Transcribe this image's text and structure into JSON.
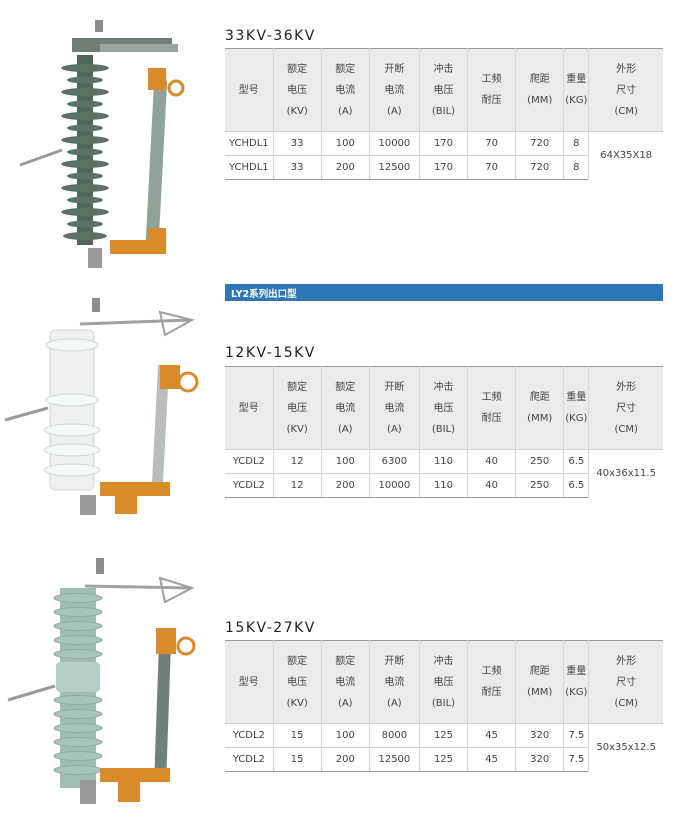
{
  "header_labels": {
    "model": "型号",
    "rated_voltage": [
      "额定",
      "电压",
      "(KV)"
    ],
    "rated_current": [
      "额定",
      "电流",
      "(A)"
    ],
    "breaking_current": [
      "开断",
      "电流",
      "(A)"
    ],
    "impulse_voltage": [
      "冲击",
      "电压",
      "(BIL)"
    ],
    "power_freq_withstand": [
      "工频",
      "耐压"
    ],
    "creepage": [
      "爬距",
      "(MM)"
    ],
    "weight": [
      "重量",
      "(KG)"
    ],
    "dimensions": [
      "外形",
      "尺寸",
      "(CM)"
    ]
  },
  "band_label": "LY2系列出口型",
  "sections": [
    {
      "title": "33KV-36KV",
      "dimensions": "64X35X18",
      "rows": [
        {
          "model": "YCHDL1",
          "voltage": "33",
          "current": "100",
          "breaking": "10000",
          "impulse": "170",
          "withstand": "70",
          "creepage": "720",
          "weight": "8"
        },
        {
          "model": "YCHDL1",
          "voltage": "33",
          "current": "200",
          "breaking": "12500",
          "impulse": "170",
          "withstand": "70",
          "creepage": "720",
          "weight": "8"
        }
      ]
    },
    {
      "title": "12KV-15KV",
      "dimensions": "40x36x11.5",
      "rows": [
        {
          "model": "YCDL2",
          "voltage": "12",
          "current": "100",
          "breaking": "6300",
          "impulse": "110",
          "withstand": "40",
          "creepage": "250",
          "weight": "6.5"
        },
        {
          "model": "YCDL2",
          "voltage": "12",
          "current": "200",
          "breaking": "10000",
          "impulse": "110",
          "withstand": "40",
          "creepage": "250",
          "weight": "6.5"
        }
      ]
    },
    {
      "title": "15KV-27KV",
      "dimensions": "50x35x12.5",
      "rows": [
        {
          "model": "YCDL2",
          "voltage": "15",
          "current": "100",
          "breaking": "8000",
          "impulse": "125",
          "withstand": "45",
          "creepage": "320",
          "weight": "7.5"
        },
        {
          "model": "YCDL2",
          "voltage": "15",
          "current": "200",
          "breaking": "12500",
          "impulse": "125",
          "withstand": "45",
          "creepage": "320",
          "weight": "7.5"
        }
      ]
    }
  ],
  "colors": {
    "band": "#2d77b9",
    "insulator_dark": "#5b7363",
    "insulator_white": "#eef1ef",
    "insulator_light": "#a6c4ba",
    "copper_fitting": "#d98a2b"
  },
  "illustrations": [
    "drop-out-fuse-cutout-dark-green",
    "drop-out-fuse-cutout-white-porcelain",
    "drop-out-fuse-cutout-light-green"
  ]
}
